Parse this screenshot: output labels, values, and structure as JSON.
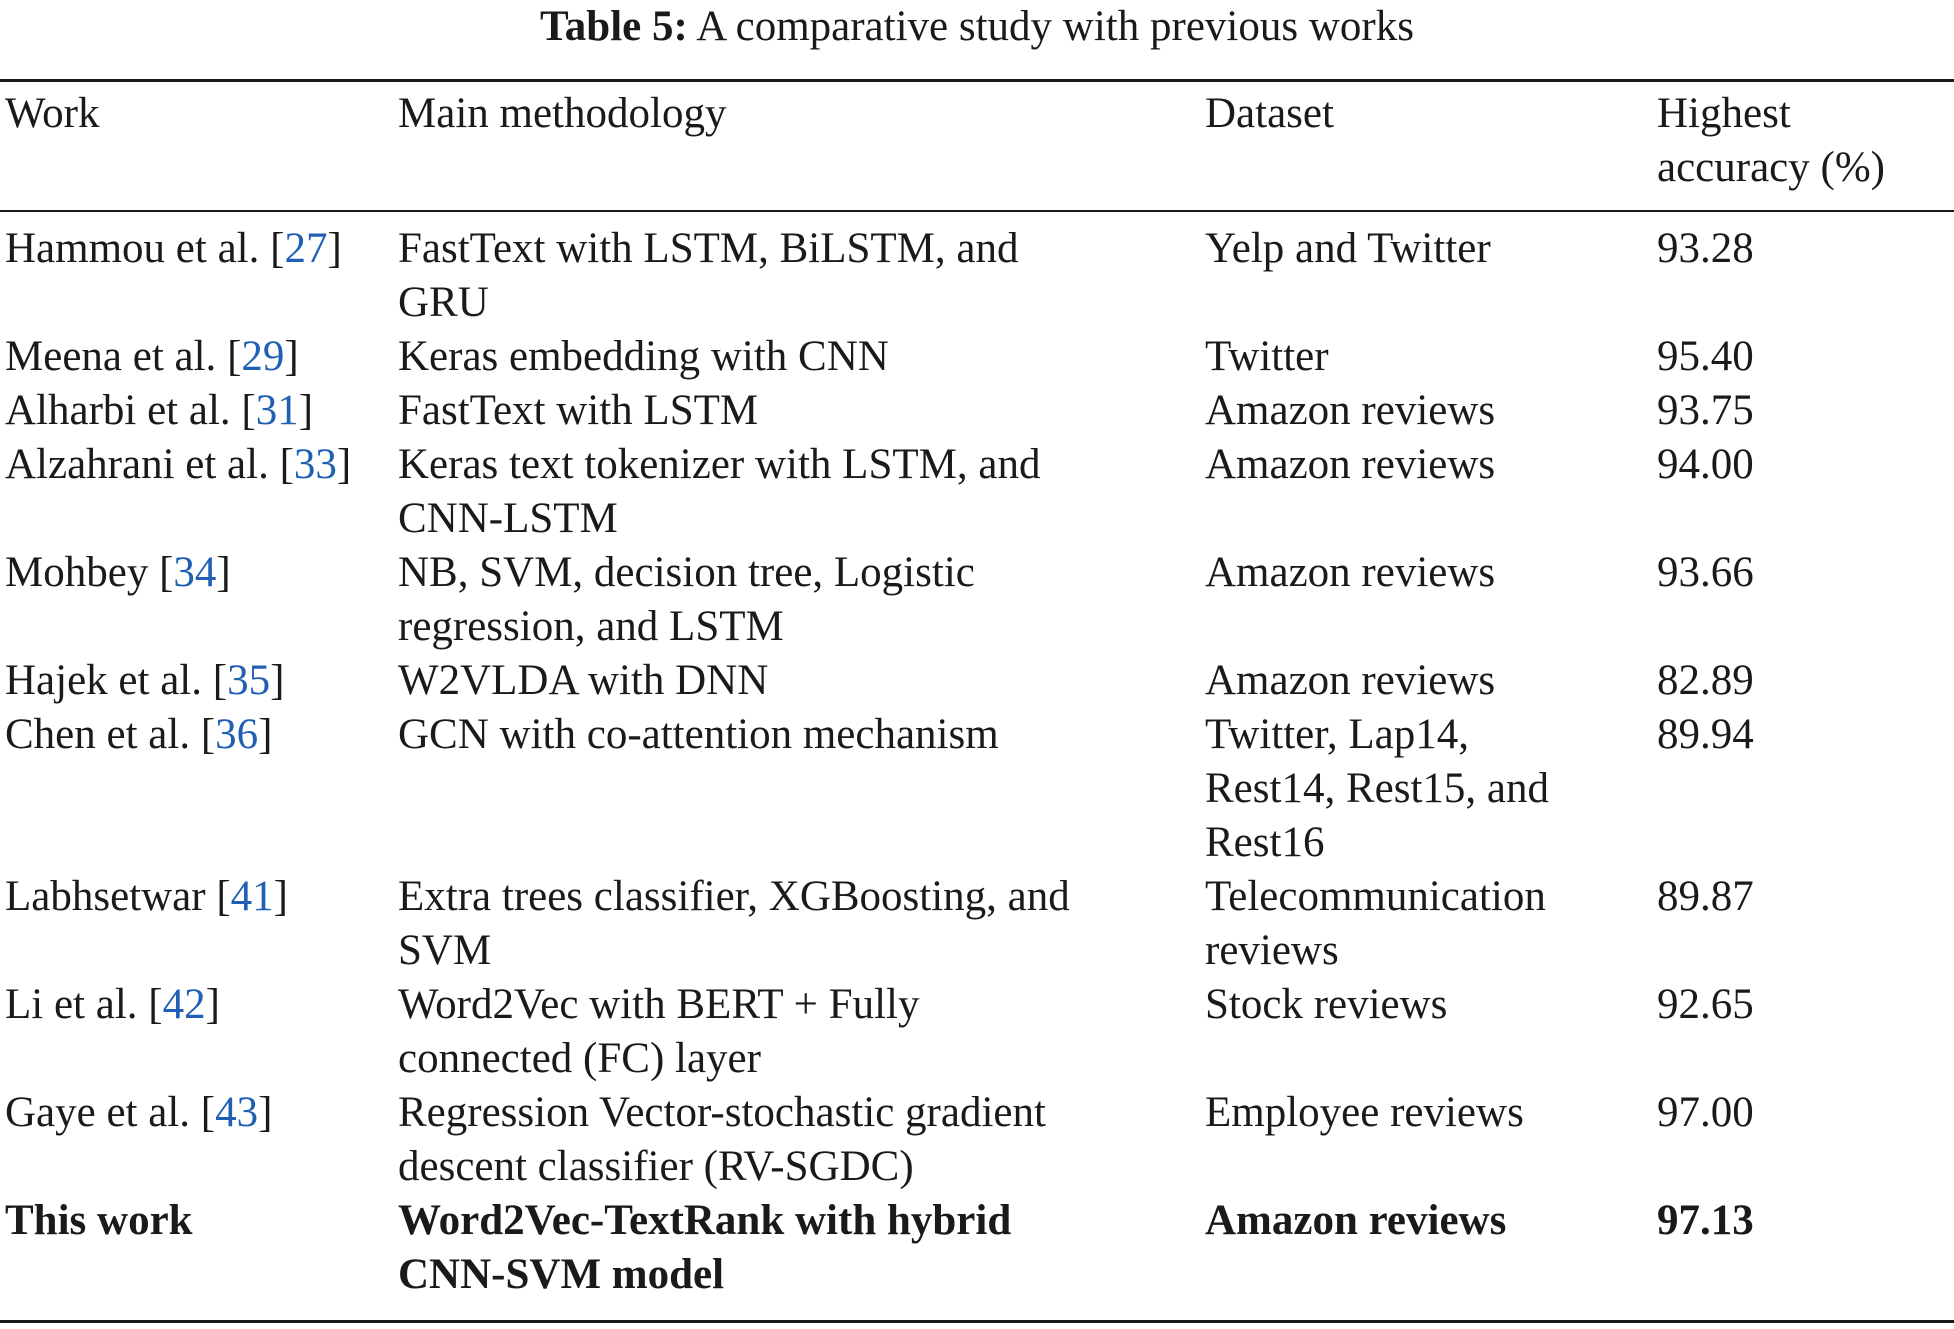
{
  "caption": {
    "label": "Table 5:",
    "text": "A comparative study with previous works"
  },
  "headers": {
    "work": "Work",
    "method": "Main methodology",
    "dataset": "Dataset",
    "accuracy_line1": "Highest",
    "accuracy_line2": "accuracy (%)"
  },
  "rows": [
    {
      "work": "Hammou et al.",
      "ref": "27",
      "method_lines": [
        "FastText with LSTM, BiLSTM, and",
        "GRU"
      ],
      "dataset_lines": [
        "Yelp and Twitter"
      ],
      "accuracy": "93.28"
    },
    {
      "work": "Meena et al.",
      "ref": "29",
      "method_lines": [
        "Keras embedding with CNN"
      ],
      "dataset_lines": [
        "Twitter"
      ],
      "accuracy": "95.40"
    },
    {
      "work": "Alharbi et al.",
      "ref": "31",
      "method_lines": [
        "FastText with LSTM"
      ],
      "dataset_lines": [
        "Amazon reviews"
      ],
      "accuracy": "93.75"
    },
    {
      "work": "Alzahrani et al.",
      "ref": "33",
      "method_lines": [
        "Keras text tokenizer with LSTM, and",
        "CNN-LSTM"
      ],
      "dataset_lines": [
        "Amazon reviews"
      ],
      "accuracy": "94.00"
    },
    {
      "work": "Mohbey",
      "ref": "34",
      "method_lines": [
        "NB, SVM, decision tree, Logistic",
        "regression, and LSTM"
      ],
      "dataset_lines": [
        "Amazon reviews"
      ],
      "accuracy": "93.66"
    },
    {
      "work": "Hajek et al.",
      "ref": "35",
      "method_lines": [
        "W2VLDA with DNN"
      ],
      "dataset_lines": [
        "Amazon reviews"
      ],
      "accuracy": "82.89"
    },
    {
      "work": "Chen et al.",
      "ref": "36",
      "method_lines": [
        "GCN with co-attention mechanism"
      ],
      "dataset_lines": [
        "Twitter, Lap14,",
        "Rest14, Rest15, and",
        "Rest16"
      ],
      "accuracy": "89.94"
    },
    {
      "work": "Labhsetwar",
      "ref": "41",
      "method_lines": [
        "Extra trees classifier, XGBoosting, and",
        "SVM"
      ],
      "dataset_lines": [
        "Telecommunication",
        "reviews"
      ],
      "accuracy": "89.87"
    },
    {
      "work": "Li et al.",
      "ref": "42",
      "method_lines": [
        "Word2Vec with BERT + Fully",
        "connected (FC) layer"
      ],
      "dataset_lines": [
        "Stock reviews"
      ],
      "accuracy": "92.65"
    },
    {
      "work": "Gaye et al.",
      "ref": "43",
      "method_lines": [
        "Regression Vector-stochastic gradient",
        "descent classifier (RV-SGDC)"
      ],
      "dataset_lines": [
        "Employee reviews"
      ],
      "accuracy": "97.00"
    }
  ],
  "final_row": {
    "work": "This work",
    "method_lines": [
      "Word2Vec-TextRank with hybrid",
      "CNN-SVM model"
    ],
    "dataset_lines": [
      "Amazon reviews"
    ],
    "accuracy": "97.13"
  }
}
